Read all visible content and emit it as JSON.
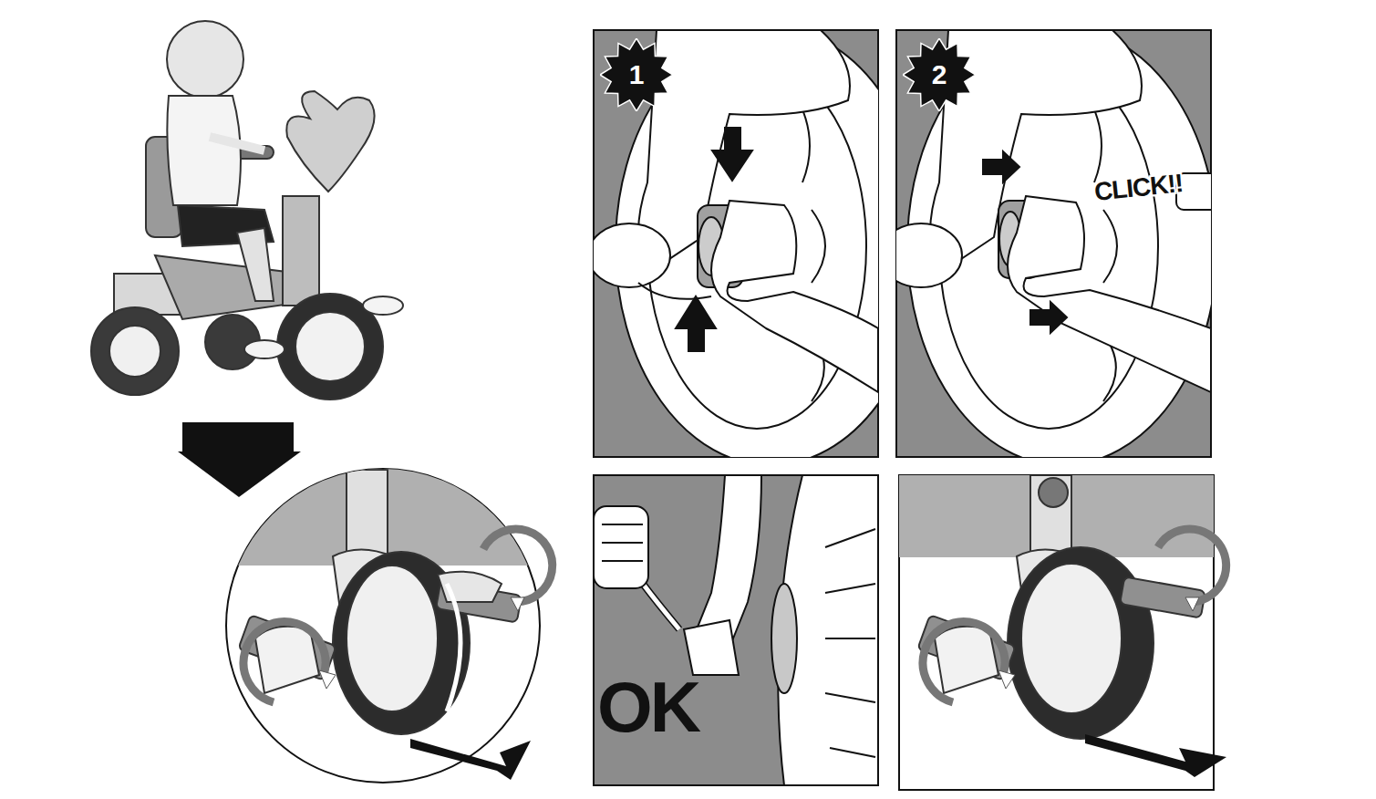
{
  "diagram": {
    "nodes": [
      {
        "text": [
          "1"
        ]
      },
      {
        "text": [
          "2"
        ]
      }
    ],
    "labels": [
      "CLICK!!",
      "OK"
    ]
  }
}
